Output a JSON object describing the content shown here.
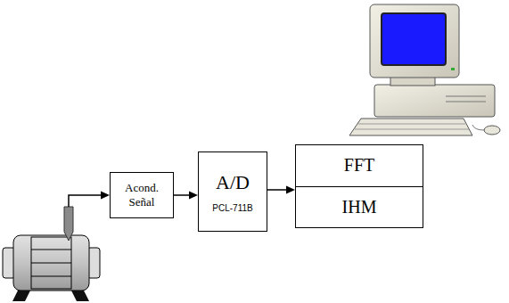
{
  "diagram": {
    "nodes": [
      {
        "text": [
          "Acond. Señal"
        ]
      },
      {
        "text": [
          "A/D",
          "PCL-711B"
        ]
      },
      {
        "text": [
          "FFT",
          "IHM"
        ]
      }
    ],
    "edges": [
      {
        "from": 0,
        "to": 1,
        "arrow": "to"
      },
      {
        "from": 1,
        "to": 2,
        "arrow": "to"
      }
    ]
  }
}
